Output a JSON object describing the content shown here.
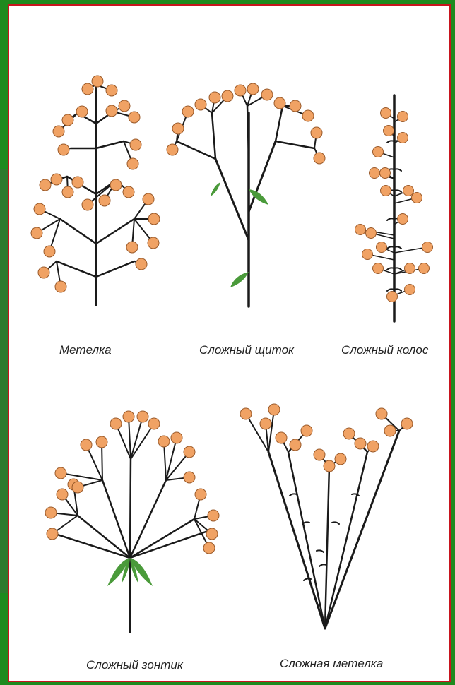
{
  "diagram": {
    "captions": {
      "panicle": "Метелка",
      "compound_corymb": "Сложный щиток",
      "compound_spike": "Сложный колос",
      "compound_umbel": "Сложный зонтик",
      "compound_panicle": "Сложная метелка"
    },
    "colors": {
      "flower_fill": "#f0a264",
      "flower_stroke": "#9a5a2a",
      "stem": "#1a1a1a",
      "leaf": "#4a9a3a",
      "frame_bg": "#1e8a1e",
      "border": "#c8141e"
    }
  }
}
